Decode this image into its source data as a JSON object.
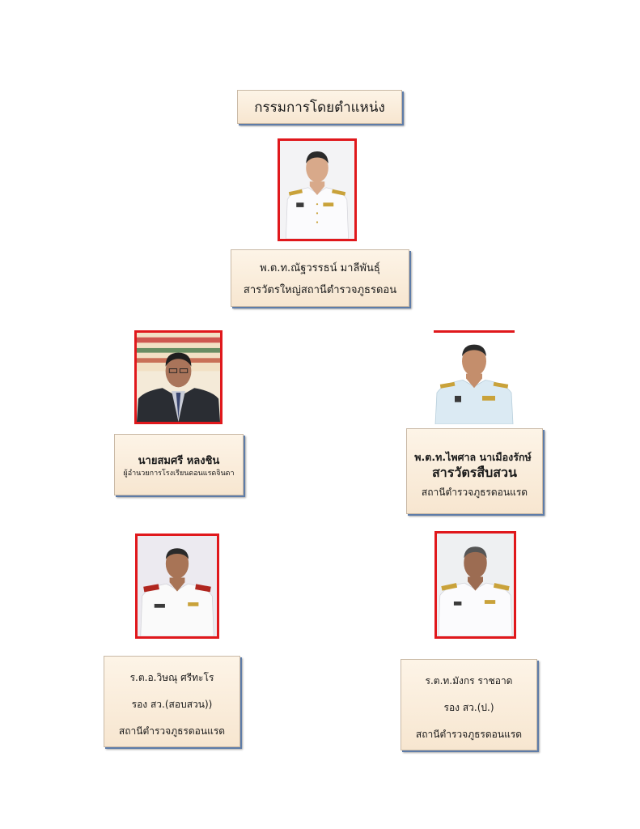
{
  "title": "กรรมการโดยตำแหน่ง",
  "top": {
    "name": "พ.ต.ท.ณัฐวรรธน์  มาลีพันธุ์",
    "position": "สารวัตรใหญ่สถานีตำรวจภูธรดอน"
  },
  "left": {
    "name": "นายสมศรี หลงชิน",
    "position": "ผู้อำนวยการโรงเรียนดอนแรดจินดา"
  },
  "right": {
    "name": "พ.ต.ท.ไพศาล นาเมืองรักษ์",
    "position": "สารวัตรสืบสวน",
    "org": "สถานีตำรวจภูธรดอนแรด"
  },
  "bottom_left": {
    "name": "ร.ต.อ.วิษณุ ศรีทะโร",
    "position": "รอง สว.(สอบสวน))",
    "org": "สถานีตำรวจภูธรดอนแรด"
  },
  "bottom_right": {
    "name": "ร.ต.ท.มังกร ราชอาด",
    "position": "รอง สว.(ป.)",
    "org": "สถานีตำรวจภูธรดอนแรด"
  }
}
